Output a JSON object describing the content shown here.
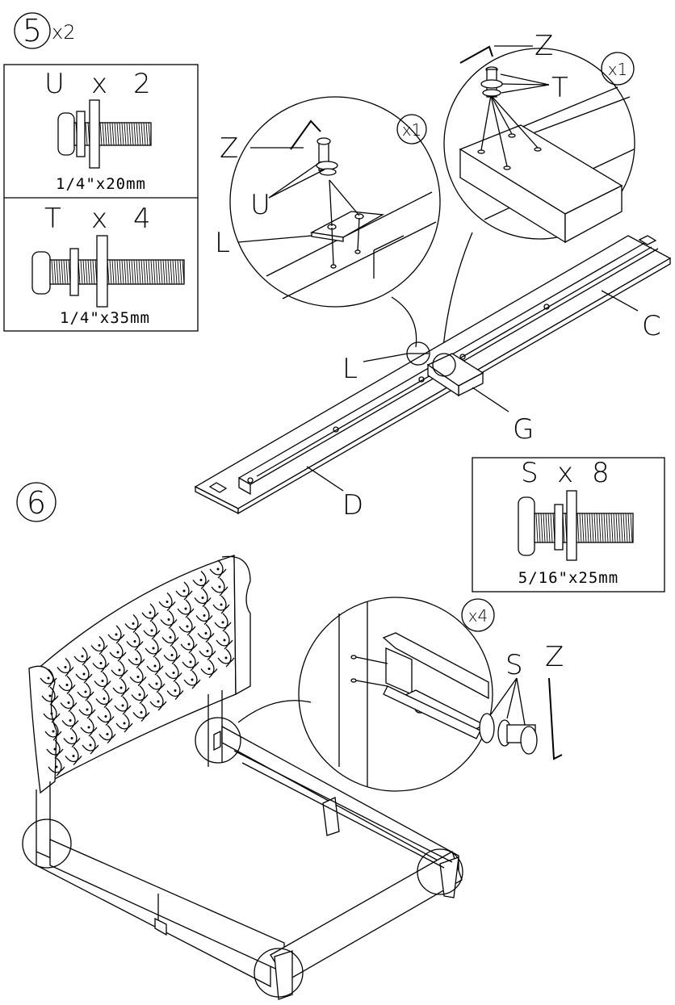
{
  "step5": {
    "number": "5",
    "multiplier": "x2",
    "hardware": [
      {
        "letter": "U",
        "times": "x",
        "qty": "2",
        "size": "1/4\"x20mm"
      },
      {
        "letter": "T",
        "times": "x",
        "qty": "4",
        "size": "1/4\"x35mm"
      }
    ],
    "detail_left": {
      "count": "x1",
      "labels": {
        "wrench": "Z",
        "washers": "U",
        "plate": "L"
      }
    },
    "detail_right": {
      "count": "x1",
      "labels": {
        "wrench": "Z",
        "washers": "T"
      }
    },
    "part_labels": {
      "L": "L",
      "C": "C",
      "G": "G",
      "D": "D"
    }
  },
  "step6": {
    "number": "6",
    "hardware": {
      "letter": "S",
      "times": "x",
      "qty": "8",
      "size": "5/16\"x25mm"
    },
    "detail": {
      "count": "x4",
      "labels": {
        "bolt": "S",
        "wrench": "Z"
      }
    }
  }
}
